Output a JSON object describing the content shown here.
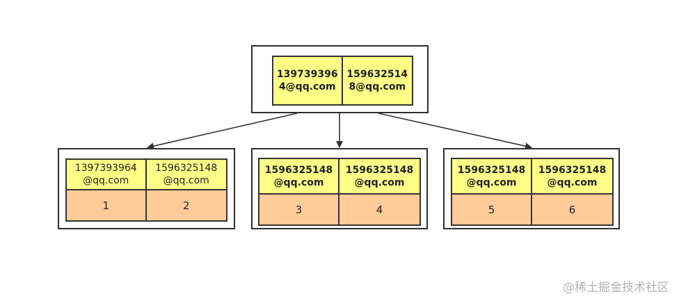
{
  "root": {
    "keys": [
      "139739396\n4@qq.com",
      "159632514\n8@qq.com"
    ]
  },
  "leaves": [
    {
      "keys": [
        "1397393964\n@qq.com",
        "1596325148\n@qq.com"
      ],
      "values": [
        "1",
        "2"
      ]
    },
    {
      "keys": [
        "1596325148\n@qq.com",
        "1596325148\n@qq.com"
      ],
      "values": [
        "3",
        "4"
      ]
    },
    {
      "keys": [
        "1596325148\n@qq.com",
        "1596325148\n@qq.com"
      ],
      "values": [
        "5",
        "6"
      ]
    }
  ],
  "watermark": "@稀土掘金技术社区",
  "colors": {
    "key_fill": "#ffff88",
    "value_fill": "#ffcc99",
    "stroke": "#333333"
  }
}
